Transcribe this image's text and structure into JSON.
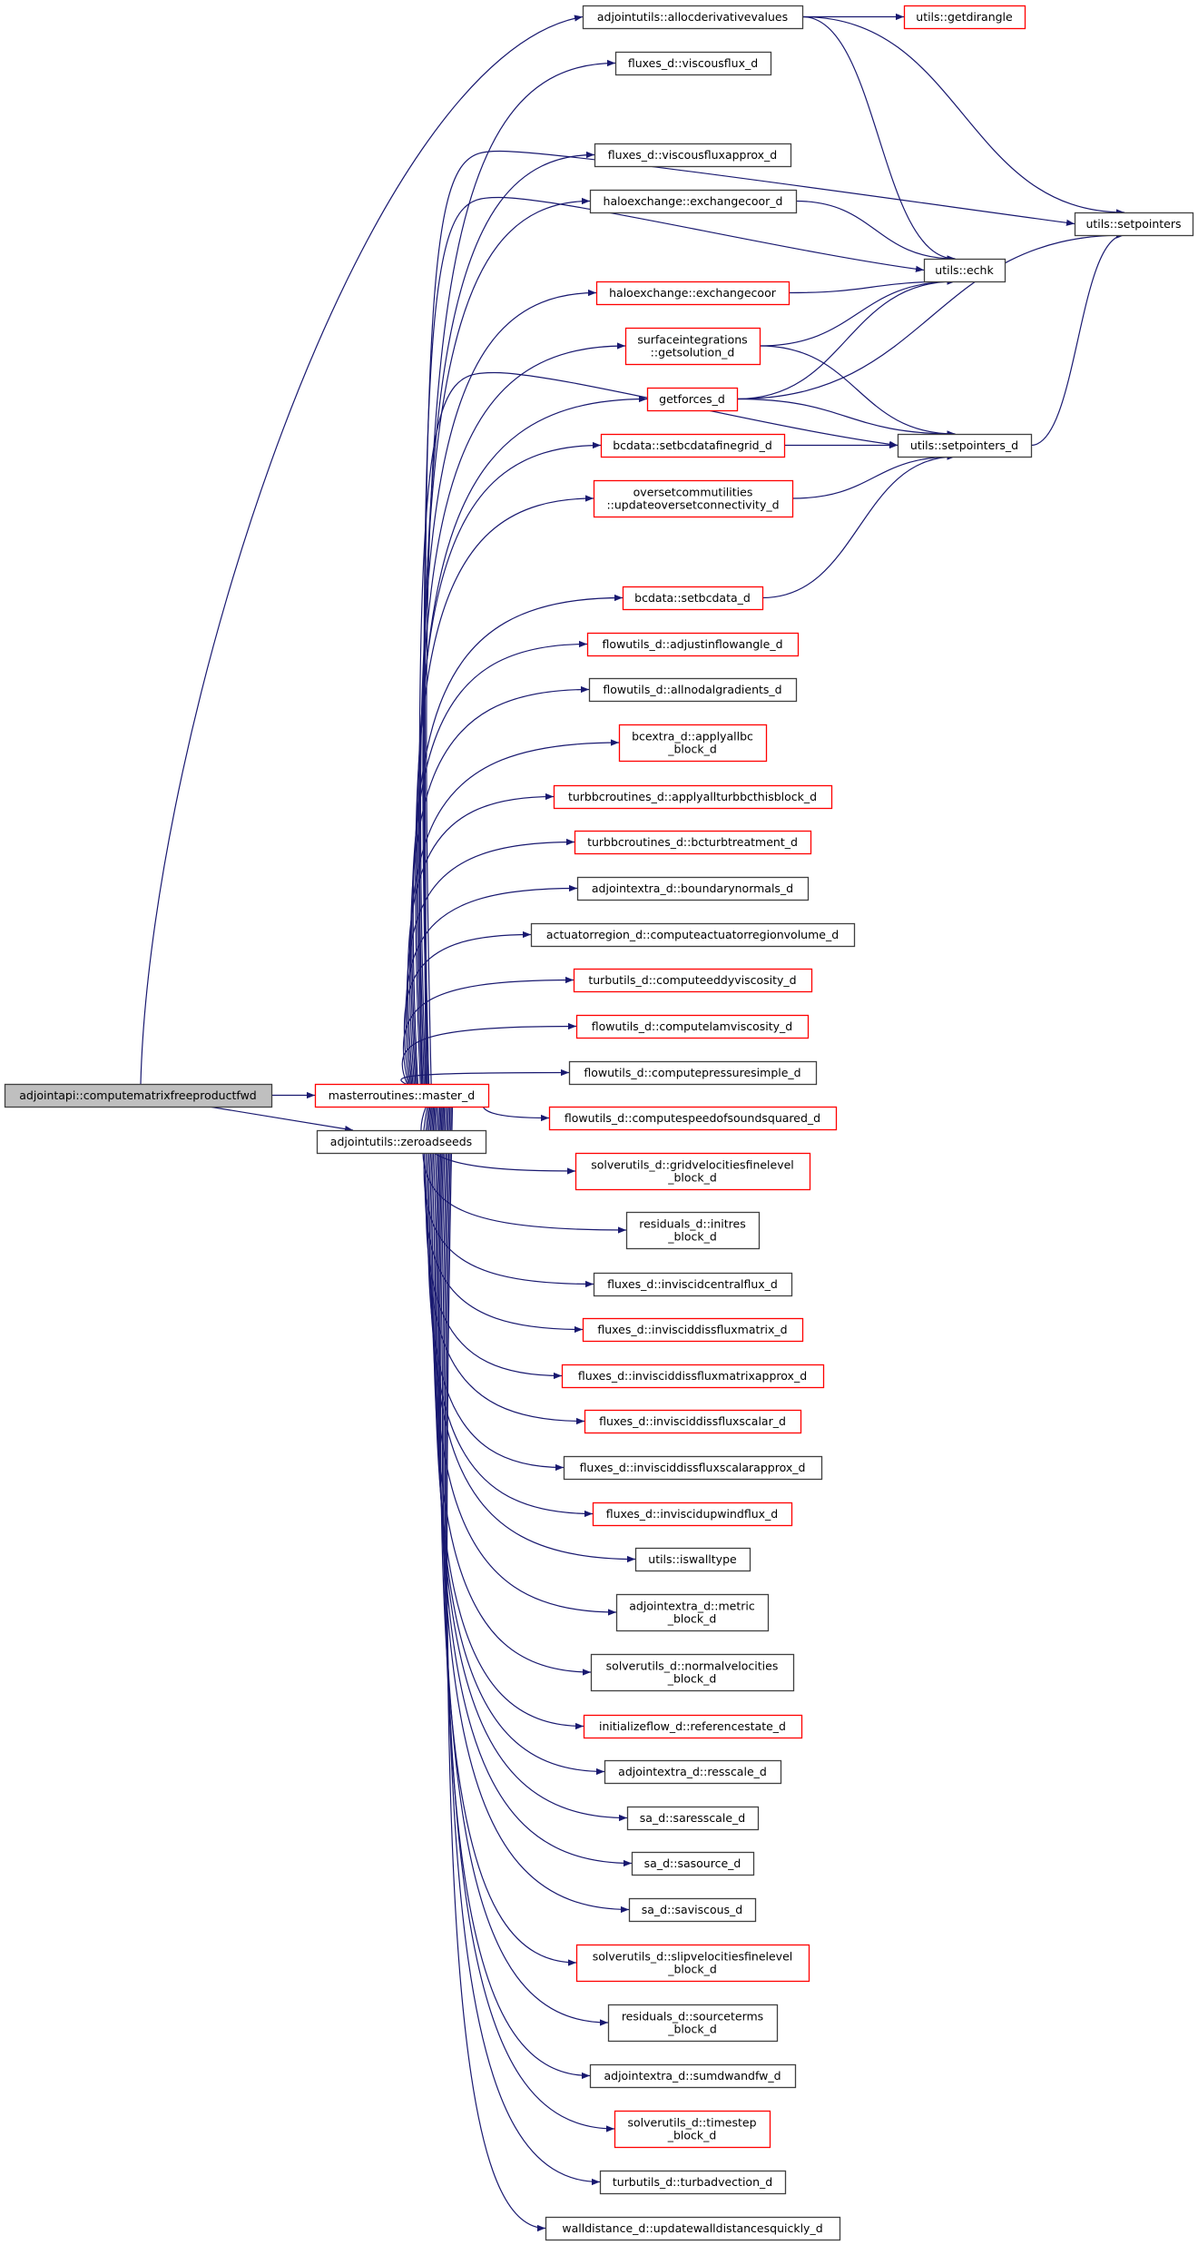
{
  "diagram": {
    "type": "call-graph",
    "colors": {
      "edge": "#191970",
      "root_fill": "#bfbfbf",
      "root_border": "#404040",
      "documented_border": "#404040",
      "undocumented_border": "#ff0000",
      "node_fill": "#ffffff"
    },
    "nodes": [
      {
        "id": "root",
        "lines": [
          "adjointapi::computematrixfreeproductfwd"
        ],
        "kind": "root"
      },
      {
        "id": "master_d",
        "lines": [
          "masterroutines::master_d"
        ],
        "kind": "red"
      },
      {
        "id": "zeroadseeds",
        "lines": [
          "adjointutils::zeroadseeds"
        ],
        "kind": "black"
      },
      {
        "id": "allocderivativevalues",
        "lines": [
          "adjointutils::allocderivativevalues"
        ],
        "kind": "black"
      },
      {
        "id": "getdirangle",
        "lines": [
          "utils::getdirangle"
        ],
        "kind": "red"
      },
      {
        "id": "setpointers",
        "lines": [
          "utils::setpointers"
        ],
        "kind": "black"
      },
      {
        "id": "echk",
        "lines": [
          "utils::echk"
        ],
        "kind": "black"
      },
      {
        "id": "setpointers_d",
        "lines": [
          "utils::setpointers_d"
        ],
        "kind": "black"
      },
      {
        "id": "viscousflux_d",
        "lines": [
          "fluxes_d::viscousflux_d"
        ],
        "kind": "black"
      },
      {
        "id": "viscousfluxapprox_d",
        "lines": [
          "fluxes_d::viscousfluxapprox_d"
        ],
        "kind": "black"
      },
      {
        "id": "exchangecoor_d",
        "lines": [
          "haloexchange::exchangecoor_d"
        ],
        "kind": "black"
      },
      {
        "id": "exchangecoor",
        "lines": [
          "haloexchange::exchangecoor"
        ],
        "kind": "red"
      },
      {
        "id": "getsolution_d",
        "lines": [
          "surfaceintegrations",
          "::getsolution_d"
        ],
        "kind": "red"
      },
      {
        "id": "getforces_d",
        "lines": [
          "getforces_d"
        ],
        "kind": "red"
      },
      {
        "id": "setbcdatafinegrid_d",
        "lines": [
          "bcdata::setbcdatafinegrid_d"
        ],
        "kind": "red"
      },
      {
        "id": "updateoversetconnectivity_d",
        "lines": [
          "oversetcommutilities",
          "::updateoversetconnectivity_d"
        ],
        "kind": "red"
      },
      {
        "id": "setbcdata_d",
        "lines": [
          "bcdata::setbcdata_d"
        ],
        "kind": "red"
      },
      {
        "id": "adjustinflowangle_d",
        "lines": [
          "flowutils_d::adjustinflowangle_d"
        ],
        "kind": "red"
      },
      {
        "id": "allnodalgradients_d",
        "lines": [
          "flowutils_d::allnodalgradients_d"
        ],
        "kind": "black"
      },
      {
        "id": "applyallbc_block_d",
        "lines": [
          "bcextra_d::applyallbc",
          "_block_d"
        ],
        "kind": "red"
      },
      {
        "id": "applyallturbbcthisblock_d",
        "lines": [
          "turbbcroutines_d::applyallturbbcthisblock_d"
        ],
        "kind": "red"
      },
      {
        "id": "bcturbtreatment_d",
        "lines": [
          "turbbcroutines_d::bcturbtreatment_d"
        ],
        "kind": "red"
      },
      {
        "id": "boundarynormals_d",
        "lines": [
          "adjointextra_d::boundarynormals_d"
        ],
        "kind": "black"
      },
      {
        "id": "computeactuatorregionvolume_d",
        "lines": [
          "actuatorregion_d::computeactuatorregionvolume_d"
        ],
        "kind": "black"
      },
      {
        "id": "computeeddyviscosity_d",
        "lines": [
          "turbutils_d::computeeddyviscosity_d"
        ],
        "kind": "red"
      },
      {
        "id": "computelamviscosity_d",
        "lines": [
          "flowutils_d::computelamviscosity_d"
        ],
        "kind": "red"
      },
      {
        "id": "computepressuresimple_d",
        "lines": [
          "flowutils_d::computepressuresimple_d"
        ],
        "kind": "black"
      },
      {
        "id": "computespeedofsoundsquared_d",
        "lines": [
          "flowutils_d::computespeedofsoundsquared_d"
        ],
        "kind": "red"
      },
      {
        "id": "gridvelocitiesfinelevel_block_d",
        "lines": [
          "solverutils_d::gridvelocitiesfinelevel",
          "_block_d"
        ],
        "kind": "red"
      },
      {
        "id": "initres_block_d",
        "lines": [
          "residuals_d::initres",
          "_block_d"
        ],
        "kind": "black"
      },
      {
        "id": "inviscidcentralflux_d",
        "lines": [
          "fluxes_d::inviscidcentralflux_d"
        ],
        "kind": "black"
      },
      {
        "id": "inviscidissfluxmatrix_d",
        "lines": [
          "fluxes_d::invisciddissfluxmatrix_d"
        ],
        "kind": "red"
      },
      {
        "id": "inviscidissfluxmatrixapprox_d",
        "lines": [
          "fluxes_d::invisciddissfluxmatrixapprox_d"
        ],
        "kind": "red"
      },
      {
        "id": "inviscidissfluxscalar_d",
        "lines": [
          "fluxes_d::invisciddissfluxscalar_d"
        ],
        "kind": "red"
      },
      {
        "id": "inviscidissfluxscalarapprox_d",
        "lines": [
          "fluxes_d::invisciddissfluxscalarapprox_d"
        ],
        "kind": "black"
      },
      {
        "id": "inviscidupwindflux_d",
        "lines": [
          "fluxes_d::inviscidupwindflux_d"
        ],
        "kind": "red"
      },
      {
        "id": "iswalltype",
        "lines": [
          "utils::iswalltype"
        ],
        "kind": "black"
      },
      {
        "id": "metric_block_d",
        "lines": [
          "adjointextra_d::metric",
          "_block_d"
        ],
        "kind": "black"
      },
      {
        "id": "normalvelocities_block_d",
        "lines": [
          "solverutils_d::normalvelocities",
          "_block_d"
        ],
        "kind": "black"
      },
      {
        "id": "referencestate_d",
        "lines": [
          "initializeflow_d::referencestate_d"
        ],
        "kind": "red"
      },
      {
        "id": "resscale_d",
        "lines": [
          "adjointextra_d::resscale_d"
        ],
        "kind": "black"
      },
      {
        "id": "saresscale_d",
        "lines": [
          "sa_d::saresscale_d"
        ],
        "kind": "black"
      },
      {
        "id": "sasource_d",
        "lines": [
          "sa_d::sasource_d"
        ],
        "kind": "black"
      },
      {
        "id": "saviscous_d",
        "lines": [
          "sa_d::saviscous_d"
        ],
        "kind": "black"
      },
      {
        "id": "slipvelocitiesfinelevel_block_d",
        "lines": [
          "solverutils_d::slipvelocitiesfinelevel",
          "_block_d"
        ],
        "kind": "red"
      },
      {
        "id": "sourceterms_block_d",
        "lines": [
          "residuals_d::sourceterms",
          "_block_d"
        ],
        "kind": "black"
      },
      {
        "id": "sumdwandfw_d",
        "lines": [
          "adjointextra_d::sumdwandfw_d"
        ],
        "kind": "black"
      },
      {
        "id": "timestep_block_d",
        "lines": [
          "solverutils_d::timestep",
          "_block_d"
        ],
        "kind": "red"
      },
      {
        "id": "turbadvection_d",
        "lines": [
          "turbutils_d::turbadvection_d"
        ],
        "kind": "black"
      },
      {
        "id": "updatewalldistancesquickly_d",
        "lines": [
          "walldistance_d::updatewalldistancesquickly_d"
        ],
        "kind": "black"
      }
    ],
    "edges": [
      [
        "root",
        "master_d"
      ],
      [
        "root",
        "zeroadseeds"
      ],
      [
        "root",
        "allocderivativevalues"
      ],
      [
        "allocderivativevalues",
        "getdirangle"
      ],
      [
        "allocderivativevalues",
        "setpointers"
      ],
      [
        "allocderivativevalues",
        "echk"
      ],
      [
        "master_d",
        "viscousflux_d"
      ],
      [
        "master_d",
        "setpointers"
      ],
      [
        "master_d",
        "viscousfluxapprox_d"
      ],
      [
        "master_d",
        "exchangecoor_d"
      ],
      [
        "master_d",
        "echk"
      ],
      [
        "master_d",
        "exchangecoor"
      ],
      [
        "master_d",
        "getsolution_d"
      ],
      [
        "master_d",
        "getforces_d"
      ],
      [
        "master_d",
        "setbcdatafinegrid_d"
      ],
      [
        "master_d",
        "updateoversetconnectivity_d"
      ],
      [
        "master_d",
        "setpointers_d"
      ],
      [
        "master_d",
        "setbcdata_d"
      ],
      [
        "master_d",
        "adjustinflowangle_d"
      ],
      [
        "master_d",
        "allnodalgradients_d"
      ],
      [
        "master_d",
        "applyallbc_block_d"
      ],
      [
        "master_d",
        "applyallturbbcthisblock_d"
      ],
      [
        "master_d",
        "bcturbtreatment_d"
      ],
      [
        "master_d",
        "boundarynormals_d"
      ],
      [
        "master_d",
        "computeactuatorregionvolume_d"
      ],
      [
        "master_d",
        "computeeddyviscosity_d"
      ],
      [
        "master_d",
        "computelamviscosity_d"
      ],
      [
        "master_d",
        "computepressuresimple_d"
      ],
      [
        "master_d",
        "computespeedofsoundsquared_d"
      ],
      [
        "master_d",
        "gridvelocitiesfinelevel_block_d"
      ],
      [
        "master_d",
        "initres_block_d"
      ],
      [
        "master_d",
        "inviscidcentralflux_d"
      ],
      [
        "master_d",
        "inviscidissfluxmatrix_d"
      ],
      [
        "master_d",
        "inviscidissfluxmatrixapprox_d"
      ],
      [
        "master_d",
        "inviscidissfluxscalar_d"
      ],
      [
        "master_d",
        "inviscidissfluxscalarapprox_d"
      ],
      [
        "master_d",
        "inviscidupwindflux_d"
      ],
      [
        "master_d",
        "iswalltype"
      ],
      [
        "master_d",
        "metric_block_d"
      ],
      [
        "master_d",
        "normalvelocities_block_d"
      ],
      [
        "master_d",
        "referencestate_d"
      ],
      [
        "master_d",
        "resscale_d"
      ],
      [
        "master_d",
        "saresscale_d"
      ],
      [
        "master_d",
        "sasource_d"
      ],
      [
        "master_d",
        "saviscous_d"
      ],
      [
        "master_d",
        "slipvelocitiesfinelevel_block_d"
      ],
      [
        "master_d",
        "sourceterms_block_d"
      ],
      [
        "master_d",
        "sumdwandfw_d"
      ],
      [
        "master_d",
        "timestep_block_d"
      ],
      [
        "master_d",
        "turbadvection_d"
      ],
      [
        "master_d",
        "updatewalldistancesquickly_d"
      ],
      [
        "exchangecoor_d",
        "echk"
      ],
      [
        "exchangecoor",
        "echk"
      ],
      [
        "getsolution_d",
        "echk"
      ],
      [
        "getsolution_d",
        "setpointers_d"
      ],
      [
        "getforces_d",
        "echk"
      ],
      [
        "getforces_d",
        "setpointers"
      ],
      [
        "getforces_d",
        "setpointers_d"
      ],
      [
        "setbcdatafinegrid_d",
        "setpointers_d"
      ],
      [
        "updateoversetconnectivity_d",
        "setpointers_d"
      ],
      [
        "setbcdata_d",
        "setpointers_d"
      ],
      [
        "setpointers_d",
        "setpointers"
      ]
    ]
  }
}
